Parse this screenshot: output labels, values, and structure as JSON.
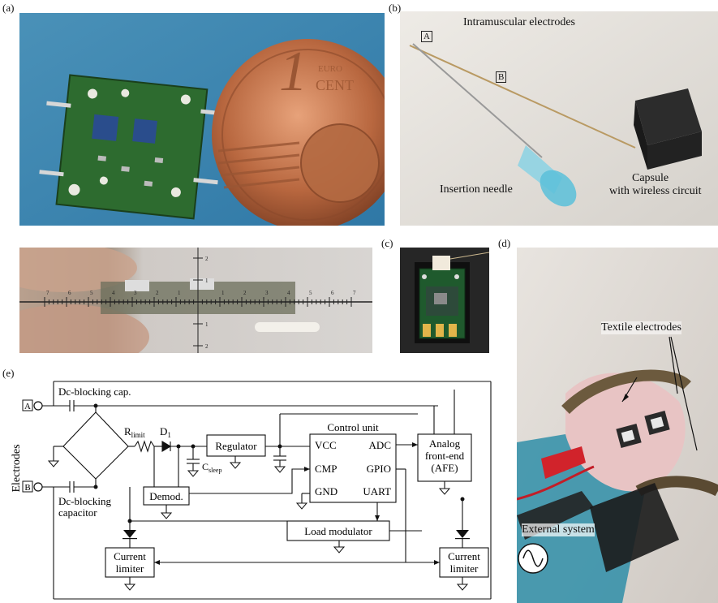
{
  "panel_labels": {
    "a": "(a)",
    "b": "(b)",
    "c": "(c)",
    "d": "(d)",
    "e": "(e)"
  },
  "panel_b": {
    "title": "Intramuscular electrodes",
    "marker_a": "A",
    "marker_b": "B",
    "needle": "Insertion needle",
    "capsule_l1": "Capsule",
    "capsule_l2": "with wireless circuit"
  },
  "panel_a": {
    "coin_text": "CENT",
    "coin_text2": "EURO"
  },
  "ruler": {
    "ticks": [
      "-7",
      "-6",
      "-5",
      "-4",
      "-3",
      "-2",
      "-1",
      "0",
      "1",
      "2",
      "3",
      "4",
      "5",
      "6",
      "7"
    ],
    "vticks": [
      "2",
      "1",
      "-1",
      "-2"
    ]
  },
  "panel_d": {
    "textile": "Textile electrodes",
    "external": "External system"
  },
  "schematic": {
    "electrodes": "Electrodes",
    "term_a": "A",
    "term_b": "B",
    "dc_top": "Dc-blocking cap.",
    "dc_bottom_l1": "Dc-blocking",
    "dc_bottom_l2": "capacitor",
    "r_main": "R",
    "r_sub": "limit",
    "d_main": "D",
    "d_sub": "1",
    "regulator": "Regulator",
    "c_main": "C",
    "c_sub": "sleep",
    "demod": "Demod.",
    "control_unit": "Control unit",
    "vcc": "VCC",
    "adc": "ADC",
    "cmp": "CMP",
    "gpio": "GPIO",
    "gnd": "GND",
    "uart": "UART",
    "afe_l1": "Analog",
    "afe_l2": "front-end",
    "afe_l3": "(AFE)",
    "load_mod": "Load modulator",
    "cl_left_l1": "Current",
    "cl_left_l2": "limiter",
    "cl_right_l1": "Current",
    "cl_right_l2": "limiter"
  }
}
